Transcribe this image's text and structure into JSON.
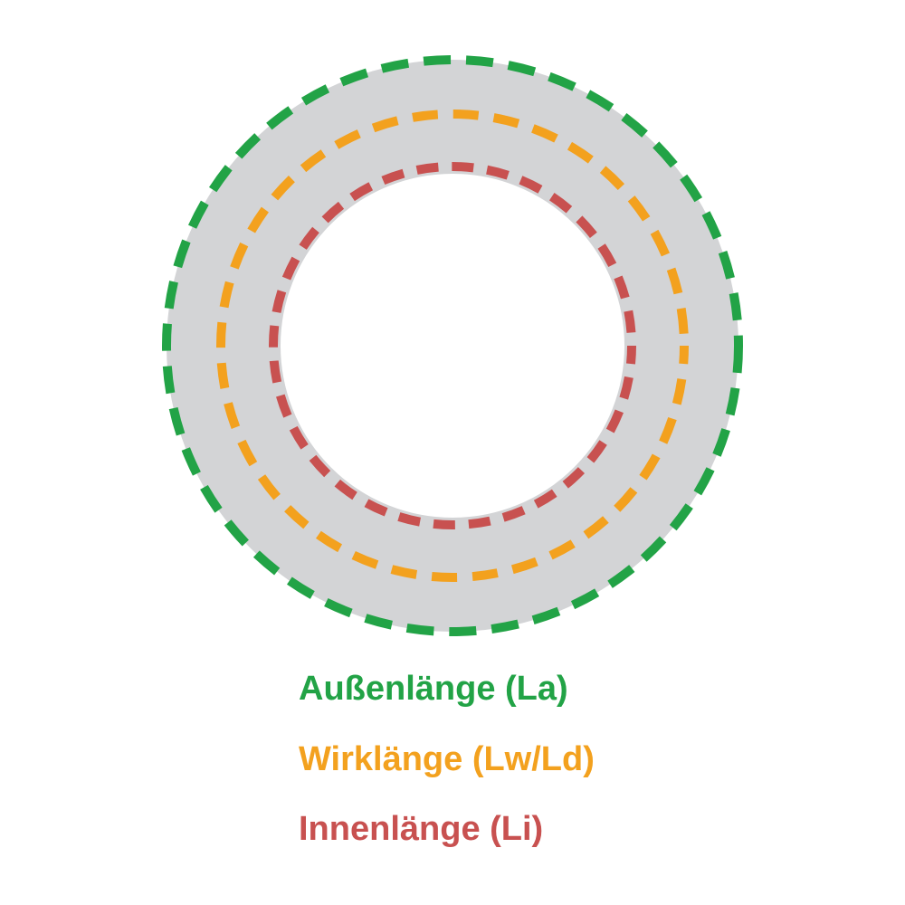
{
  "diagram": {
    "belt_ring_color": "#d3d4d6",
    "outer": {
      "label": "Außenlänge (La)",
      "color": "#22a346"
    },
    "middle": {
      "label": "Wirklänge (Lw/Ld)",
      "color": "#f3a11e"
    },
    "inner": {
      "label": "Innenlänge (Li)",
      "color": "#c85150"
    }
  }
}
